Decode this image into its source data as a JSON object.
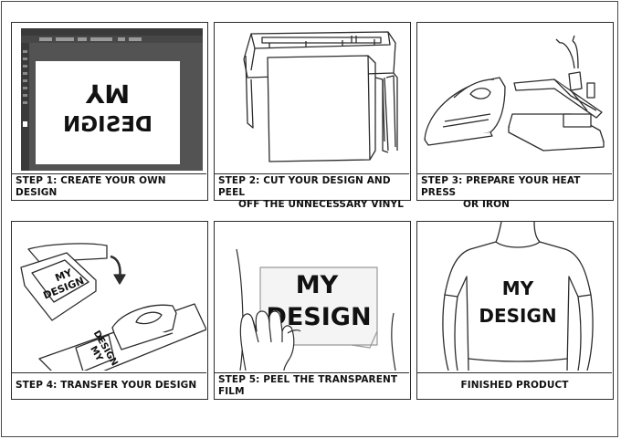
{
  "steps": [
    {
      "caption": "STEP 1: CREATE YOUR OWN DESIGN",
      "art_text": [
        "MY",
        "DESIGN"
      ]
    },
    {
      "caption_line1": "STEP 2: CUT YOUR DESIGN AND PEEL",
      "caption_line2": "OFF THE UNNECESSARY VINYL"
    },
    {
      "caption_line1": "STEP 3: PREPARE YOUR HEAT PRESS",
      "caption_line2": "OR IRON"
    },
    {
      "caption": "STEP 4: TRANSFER YOUR DESIGN",
      "art_text": [
        "MY",
        "DESIGN"
      ]
    },
    {
      "caption": "STEP 5: PEEL THE TRANSPARENT FILM",
      "art_text": [
        "MY",
        "DESIGN"
      ]
    },
    {
      "caption": "FINISHED PRODUCT",
      "art_text": [
        "MY",
        "DESIGN"
      ]
    }
  ],
  "colors": {
    "line": "#2c2c2c",
    "editor_dark": "#535353",
    "editor_panel": "#3a3a3a",
    "canvas": "#ffffff"
  },
  "icons": [
    "design-software-window",
    "vinyl-cutter-plotter",
    "clothes-iron",
    "heat-press-machine",
    "hand-peeling-film",
    "t-shirt-on-person"
  ]
}
